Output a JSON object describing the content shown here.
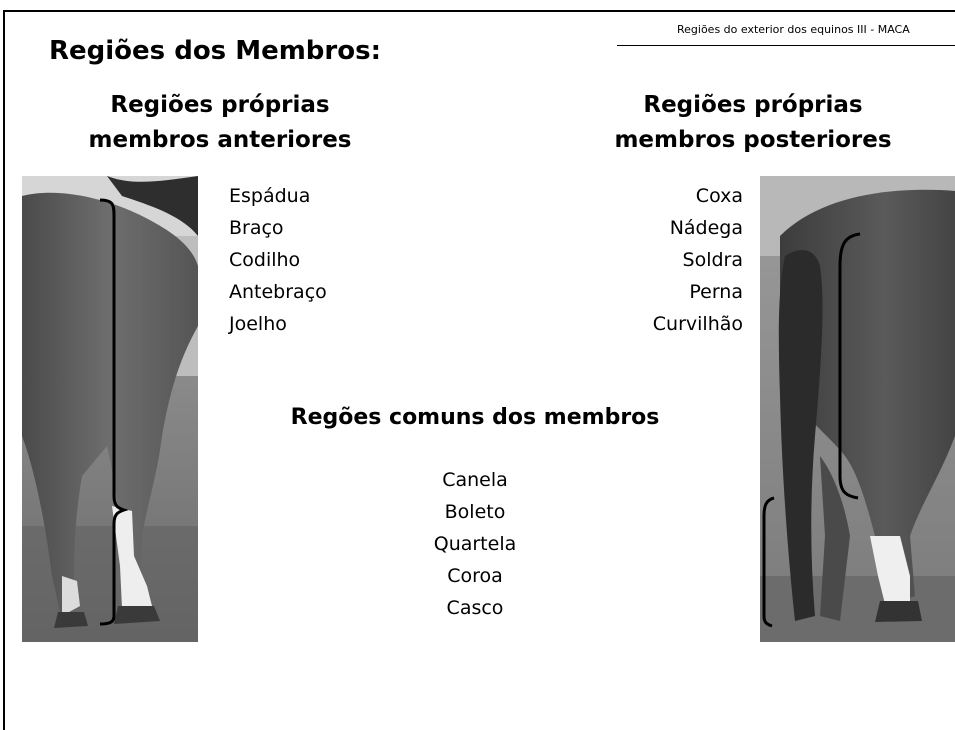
{
  "header": {
    "running_title": "Regiões do exterior dos equinos  III  -  MACA"
  },
  "page_title": "Regiões dos Membros:",
  "anterior": {
    "heading_line1": "Regiões próprias",
    "heading_line2": "membros anteriores",
    "items": [
      "Espádua",
      "Braço",
      "Codilho",
      "Antebraço",
      "Joelho"
    ]
  },
  "posterior": {
    "heading_line1": "Regiões próprias",
    "heading_line2": "membros posteriores",
    "items": [
      "Coxa",
      "Nádega",
      "Soldra",
      "Perna",
      "Curvilhão"
    ]
  },
  "common": {
    "heading": "Regões comuns dos membros",
    "items": [
      "Canela",
      "Boleto",
      "Quartela",
      "Coroa",
      "Casco"
    ]
  },
  "images": {
    "left": "horse-foreleg-photo",
    "right": "horse-hindleg-photo"
  }
}
